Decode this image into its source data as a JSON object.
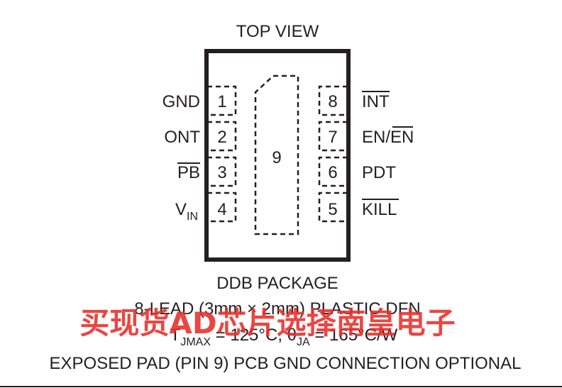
{
  "title": "TOP VIEW",
  "left_pins": [
    {
      "num": "1",
      "label": "GND",
      "overline": false
    },
    {
      "num": "2",
      "label": "ONT",
      "overline": false
    },
    {
      "num": "3",
      "label": "PB",
      "overline": true
    },
    {
      "num": "4",
      "label": "V",
      "sub": "IN",
      "overline": false
    }
  ],
  "right_pins": [
    {
      "num": "8",
      "label": "INT",
      "overline": true
    },
    {
      "num": "7",
      "label": "EN/",
      "label2": "EN",
      "overline2": true
    },
    {
      "num": "6",
      "label": "PDT",
      "overline": false
    },
    {
      "num": "5",
      "label": "KILL",
      "overline": true
    }
  ],
  "exposed_pad_num": "9",
  "caption": {
    "line1": "DDB PACKAGE",
    "line2": "8-LEAD (3mm × 2mm) PLASTIC DFN",
    "line3_parts": {
      "t": "T",
      "t_sub": "JMAX",
      "mid": " = 125°C, θ",
      "theta_sub": "JA",
      "end": " = 165°C/W"
    },
    "line4": "EXPOSED PAD (PIN 9) PCB GND CONNECTION OPTIONAL"
  },
  "watermark": "买现货AD芯片选择南皇电子"
}
